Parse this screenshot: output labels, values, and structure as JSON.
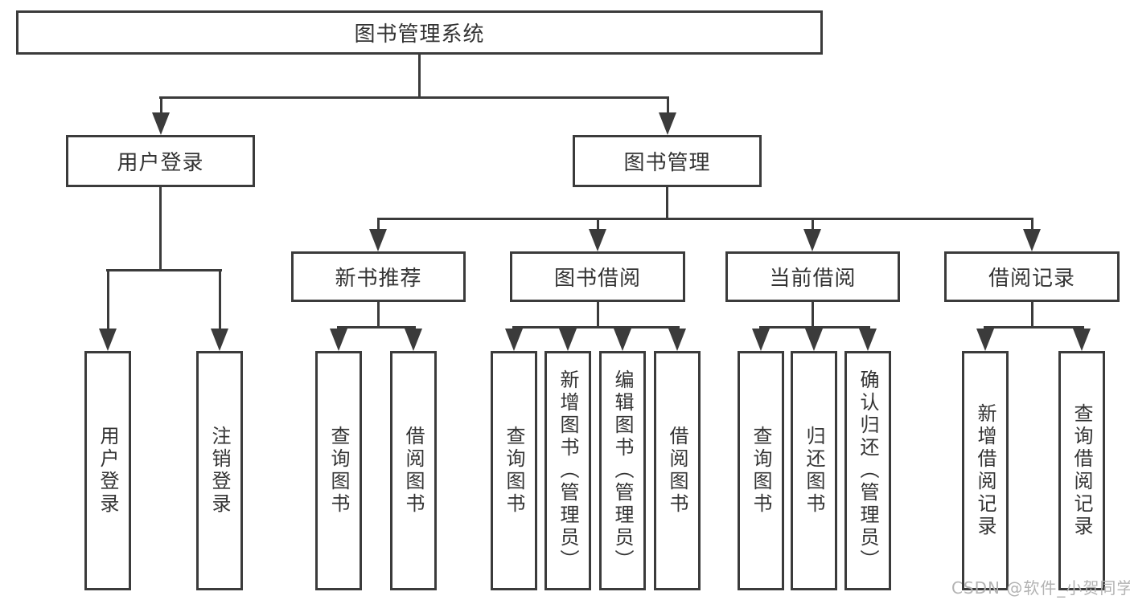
{
  "colors": {
    "line": "#3b3b3b",
    "text": "#333333",
    "watermark": "#b3b3b3",
    "background": "#ffffff"
  },
  "tree": {
    "root": "图书管理系统",
    "branches": [
      {
        "label": "用户登录",
        "children": [
          "用户登录",
          "注销登录"
        ]
      },
      {
        "label": "图书管理",
        "groups": [
          {
            "label": "新书推荐",
            "children": [
              "查询图书",
              "借阅图书"
            ]
          },
          {
            "label": "图书借阅",
            "children": [
              "查询图书",
              "新增图书（管理员）",
              "编辑图书（管理员）",
              "借阅图书"
            ]
          },
          {
            "label": "当前借阅",
            "children": [
              "查询图书",
              "归还图书",
              "确认归还（管理员）"
            ]
          },
          {
            "label": "借阅记录",
            "children": [
              "新增借阅记录",
              "查询借阅记录"
            ]
          }
        ]
      }
    ]
  },
  "watermark": {
    "text": "CSDN @软件_小贺同学"
  }
}
